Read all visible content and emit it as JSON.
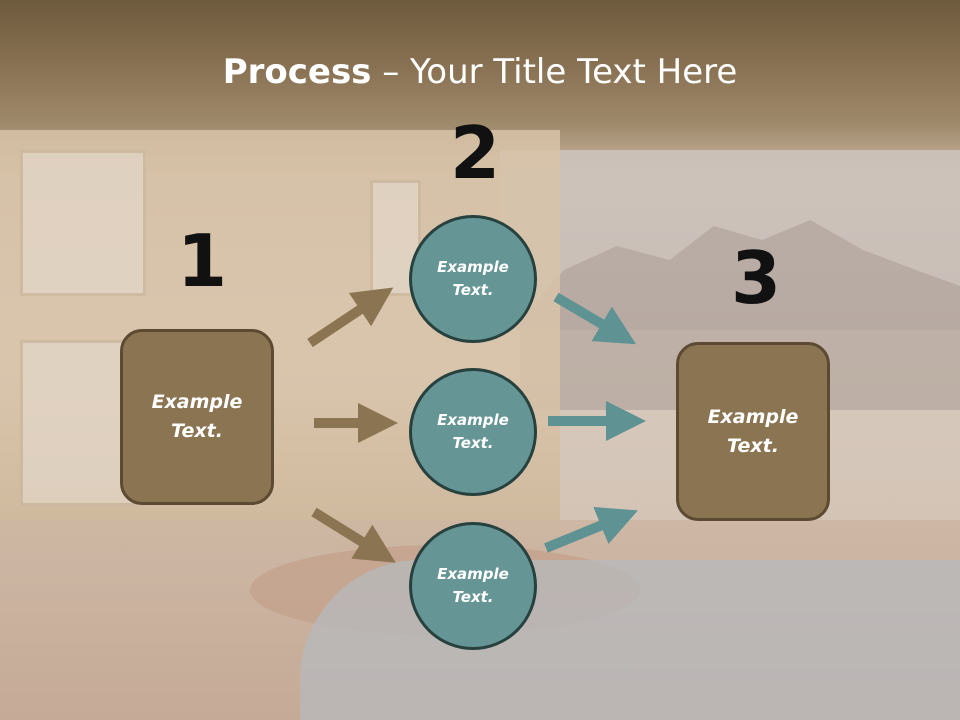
{
  "slide": {
    "title_bold": "Process",
    "title_rest": " – Your Title Text Here",
    "numbers": {
      "n1": "1",
      "n2": "2",
      "n3": "3"
    },
    "left_box": {
      "line1": "Example",
      "line2": "Text."
    },
    "circle_top": {
      "line1": "Example",
      "line2": "Text."
    },
    "circle_mid": {
      "line1": "Example",
      "line2": "Text."
    },
    "circle_bottom": {
      "line1": "Example",
      "line2": "Text."
    },
    "right_box": {
      "line1": "Example",
      "line2": "Text."
    }
  },
  "colors": {
    "box_fill": "#8b7451",
    "box_border": "#5c4a32",
    "circle_fill": "#659594",
    "circle_border": "#27413f",
    "brown_arrow": "#8b7451",
    "teal_arrow": "#5f9293"
  }
}
